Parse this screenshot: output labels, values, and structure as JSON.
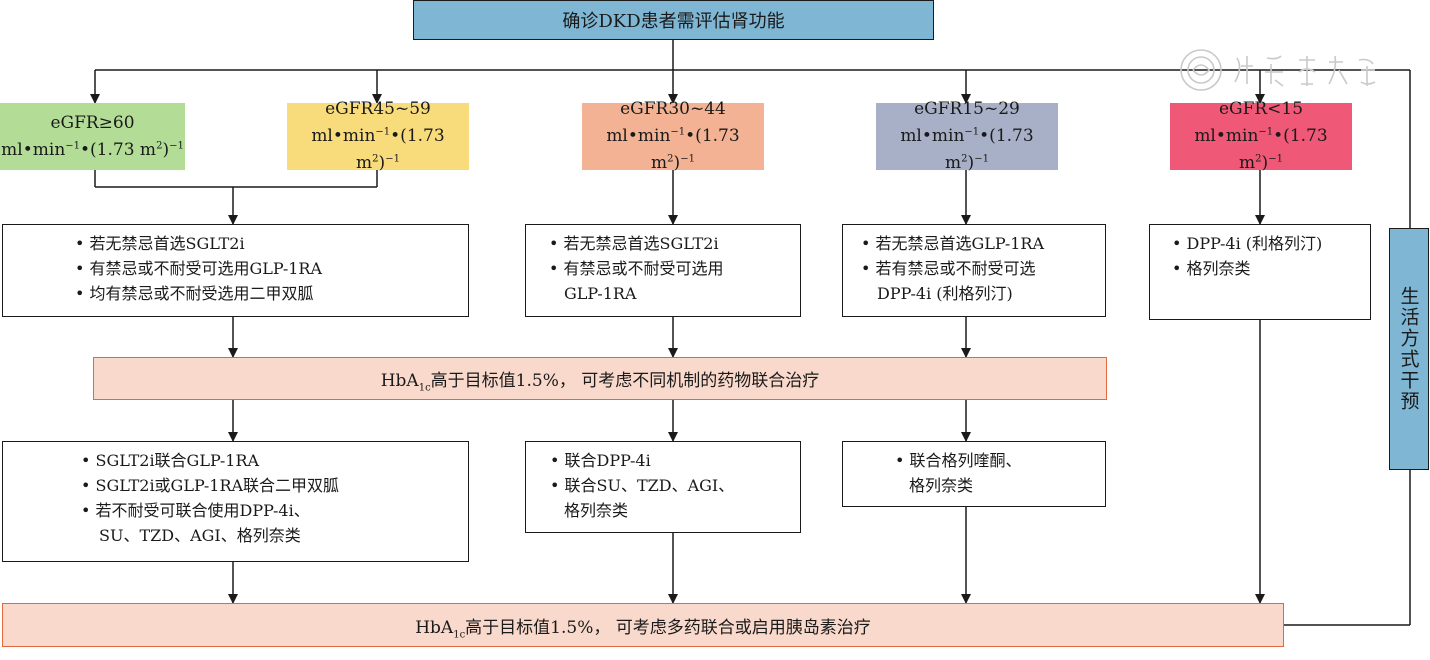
{
  "top": "确诊DKD患者需评估肾功能",
  "egfr": [
    {
      "label": "eGFR≥60",
      "color": "#b3dd97"
    },
    {
      "label": "eGFR45~59",
      "color": "#f8dc7c"
    },
    {
      "label": "eGFR30~44",
      "color": "#f3b293"
    },
    {
      "label": "eGFR15~29",
      "color": "#a8b0c8"
    },
    {
      "label": "eGFR<15",
      "color": "#ef5876"
    }
  ],
  "unit": {
    "a": "ml•min",
    "sup1": "−1",
    "b": "•(1.73 m",
    "sup2": "2",
    "c": ")",
    "sup3": "−1"
  },
  "first_line": [
    [
      "• 若无禁忌首选SGLT2i",
      "• 有禁忌或不耐受可选用GLP-1RA",
      "• 均有禁忌或不耐受选用二甲双胍"
    ],
    [
      "• 若无禁忌首选SGLT2i",
      "• 有禁忌或不耐受可选用",
      "GLP-1RA"
    ],
    [
      "• 若无禁忌首选GLP-1RA",
      "• 若有禁忌或不耐受可选",
      "DPP-4i (利格列汀)"
    ],
    [
      "• DPP-4i (利格列汀)",
      "• 格列奈类"
    ]
  ],
  "band1": {
    "pre": "HbA",
    "sub": "1c",
    "post": "高于目标值1.5%， 可考虑不同机制的药物联合治疗"
  },
  "second_line": [
    [
      "• SGLT2i联合GLP-1RA",
      "• SGLT2i或GLP-1RA联合二甲双胍",
      "• 若不耐受可联合使用DPP-4i、",
      "SU、TZD、AGI、格列奈类"
    ],
    [
      "• 联合DPP-4i",
      "• 联合SU、TZD、AGI、",
      "格列奈类"
    ],
    [
      "• 联合格列喹酮、",
      "格列奈类"
    ]
  ],
  "band2": {
    "pre": "HbA",
    "sub": "1c",
    "post": "高于目标值1.5%， 可考虑多药联合或启用胰岛素治疗"
  },
  "side": "生活方式干预",
  "colors": {
    "top_fill": "#7eb6d4",
    "band_fill": "#f9d9cc",
    "band_border": "#e06a3e",
    "side_fill": "#7eb6d4"
  }
}
